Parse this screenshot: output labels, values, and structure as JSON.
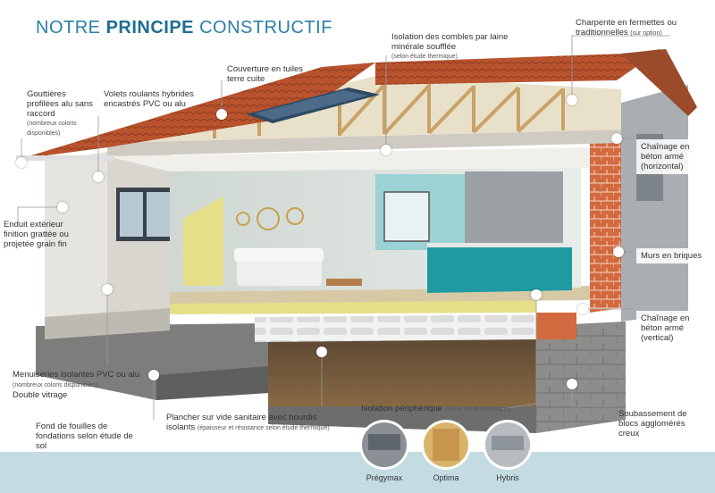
{
  "title": {
    "part1": "NOTRE ",
    "bold": "PRINCIPE",
    "part2": " CONSTRUCTIF"
  },
  "labels": {
    "gouttieres": {
      "text": "Gouttières profilées alu sans raccord",
      "note": "(nombreux coloris disponibles)"
    },
    "volets": {
      "text": "Volets roulants hybrides encastrés PVC ou alu"
    },
    "couverture": {
      "text": "Couverture en tuiles terre cuite"
    },
    "isolation_combles": {
      "text": "Isolation des combles par laine minérale soufflée",
      "note": "(selon étude thermique)"
    },
    "charpente": {
      "text": "Charpente en fermettes ou traditionnelles",
      "note": "(sur option)"
    },
    "chainage_h": {
      "text": "Chaînage en béton armé (horizontal)"
    },
    "enduit": {
      "text": "Enduit extérieur finition grattée ou projetée grain fin"
    },
    "murs_briques": {
      "text": "Murs en briques"
    },
    "chainage_v": {
      "text": "Chaînage en béton armé (vertical)"
    },
    "menuiseries": {
      "text": "Menuiseries isolantes PVC ou alu",
      "note": "(nombreux coloris disponibles).",
      "text2": "Double vitrage"
    },
    "fond_fouilles": {
      "text": "Fond de fouilles de fondations selon étude de sol"
    },
    "plancher": {
      "text": "Plancher sur vide sanitaire avec hourdis isolants",
      "note": "(épaisseur et résistance selon étude thermique)"
    },
    "isolation_peri": {
      "text": "Isolation périphérique",
      "note": "(selon étude thermique)"
    },
    "soubassement": {
      "text": "Soubassement de blocs agglomérés creux"
    }
  },
  "samples": [
    {
      "name": "Prégymax"
    },
    {
      "name": "Optima"
    },
    {
      "name": "Hybris"
    }
  ],
  "colors": {
    "title": "#2a7fa6",
    "roof_tile": "#b8532e",
    "brick": "#d2693f",
    "wall": "#e7e3dc",
    "kitchen_teal": "#1f9aa2",
    "strip": "#c4dbe2"
  }
}
